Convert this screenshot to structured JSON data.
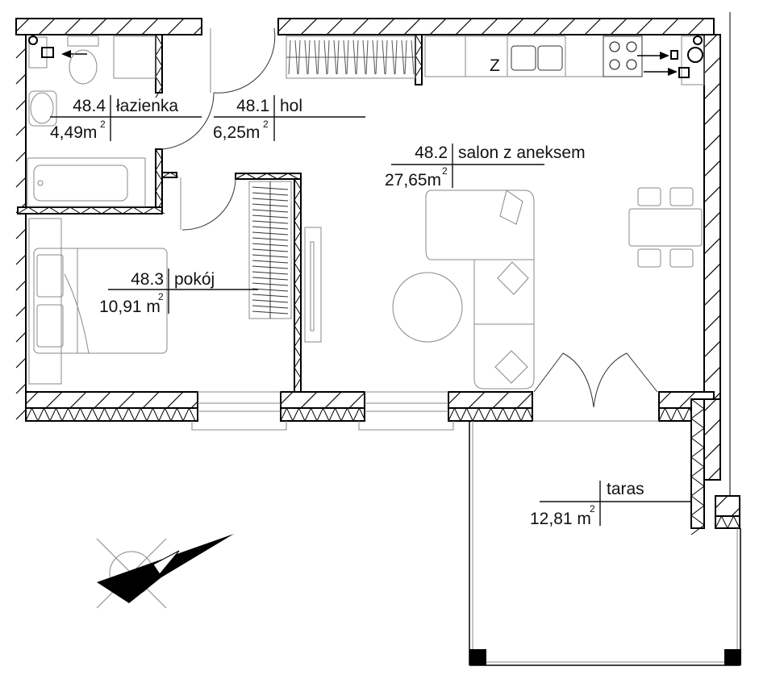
{
  "rooms": [
    {
      "number": "48.4",
      "name": "łazienka",
      "area": "4,49m",
      "unit_sup": "2"
    },
    {
      "number": "48.1",
      "name": "hol",
      "area": "6,25m",
      "unit_sup": "2"
    },
    {
      "number": "48.2",
      "name": "salon z aneksem",
      "area": "27,65m",
      "unit_sup": "2"
    },
    {
      "number": "48.3",
      "name": "pokój",
      "area": "10,91 m",
      "unit_sup": "2"
    },
    {
      "number": "",
      "name": "taras",
      "area": "12,81 m",
      "unit_sup": "2"
    }
  ],
  "kitchen_mark": "Z",
  "icons": [
    "north-arrow-icon"
  ]
}
